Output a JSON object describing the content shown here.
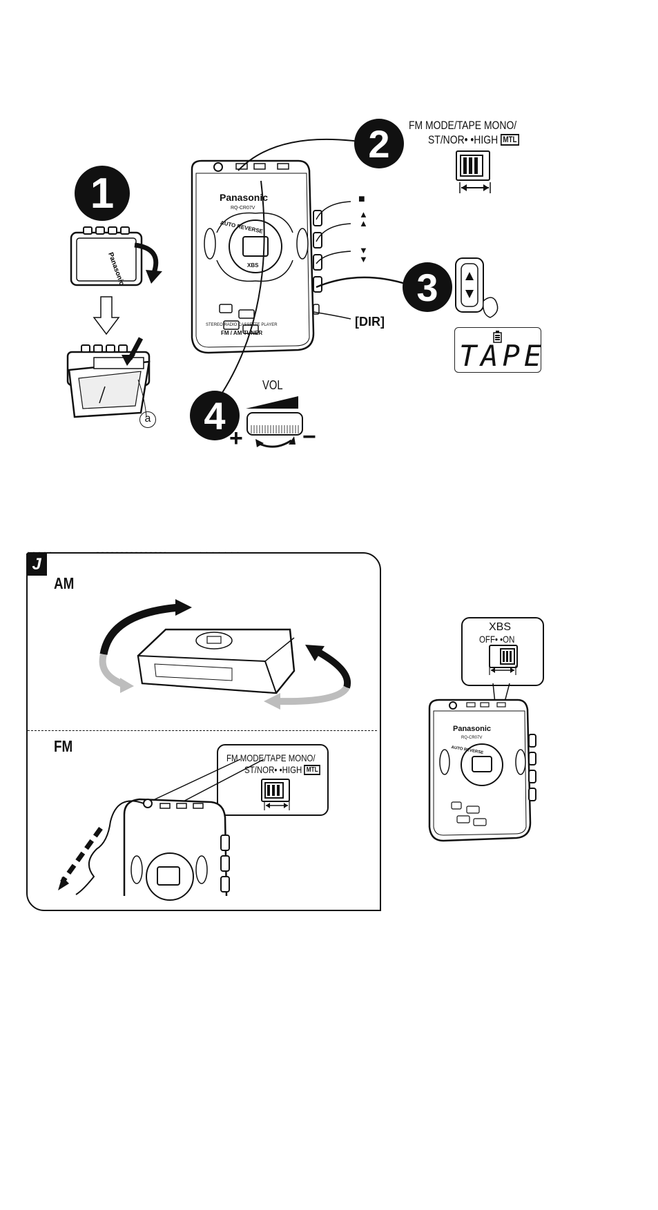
{
  "steps": {
    "step1": "1",
    "step2": "2",
    "step3": "3",
    "step4": "4"
  },
  "player": {
    "brand": "Panasonic",
    "model": "RQ-CR07V",
    "auto_reverse": "AUTO REVERSE",
    "xbs": "XBS",
    "footer1": "STEREO RADIO CASSETTE PLAYER",
    "footer2": "FM / AM TUNER",
    "cassette_brand": "Panasonic"
  },
  "fm_switch": {
    "line1": "FM MODE/TAPE MONO/",
    "line2": "ST/NOR• •HIGH",
    "mtl": "MTL"
  },
  "buttons": {
    "stop": "■",
    "ff": "▲▲",
    "rew": "▼▼",
    "dir": "[DIR]"
  },
  "display": {
    "battery_icon": "battery-icon",
    "text": "TAPE"
  },
  "volume": {
    "label": "VOL",
    "plus": "+",
    "minus": "−"
  },
  "label_a": "a",
  "section_j": {
    "letter": "J",
    "am": "AM",
    "fm": "FM",
    "fm_switch_line1": "FM MODE/TAPE MONO/",
    "fm_switch_line2": "ST/NOR• •HIGH",
    "mtl": "MTL"
  },
  "xbs_switch": {
    "title": "XBS",
    "off_on": "OFF• •ON"
  },
  "player2": {
    "brand": "Panasonic",
    "model": "RQ-CR07V",
    "auto_reverse": "AUTO REVERSE"
  },
  "colors": {
    "ink": "#111111",
    "paper": "#ffffff",
    "shade": "#bdbdbd"
  }
}
